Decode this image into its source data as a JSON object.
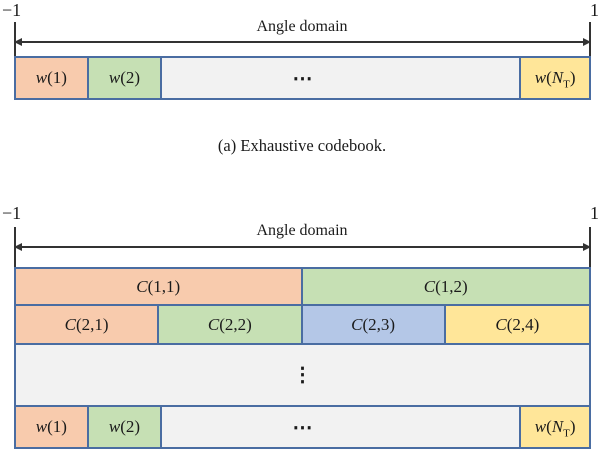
{
  "figure": {
    "colors": {
      "peach": "#F8CBAD",
      "green": "#C6E0B4",
      "blue": "#B4C7E7",
      "yellow": "#FFE699",
      "gray": "#F2F2F2",
      "border": "#4A6DA2",
      "arrow": "#333333",
      "text": "#1A1A1A"
    },
    "axis_a": {
      "left": "−1",
      "right": "1",
      "title": "Angle domain"
    },
    "axis_b": {
      "left": "−1",
      "right": "1",
      "title": "Angle domain"
    },
    "caption_a": "(a) Exhaustive codebook.",
    "labels": {
      "w1": {
        "var": "w",
        "rest": "(1)"
      },
      "w2": {
        "var": "w",
        "rest": "(2)"
      },
      "wNT": {
        "var": "w",
        "open": "(",
        "base": "N",
        "sub": "T",
        "close": ")"
      },
      "c11": {
        "var": "C",
        "rest": "(1,1)"
      },
      "c12": {
        "var": "C",
        "rest": "(1,2)"
      },
      "c21": {
        "var": "C",
        "rest": "(2,1)"
      },
      "c22": {
        "var": "C",
        "rest": "(2,2)"
      },
      "c23": {
        "var": "C",
        "rest": "(2,3)"
      },
      "c24": {
        "var": "C",
        "rest": "(2,4)"
      },
      "hdots": "⋯",
      "vdots": "⋮"
    }
  }
}
